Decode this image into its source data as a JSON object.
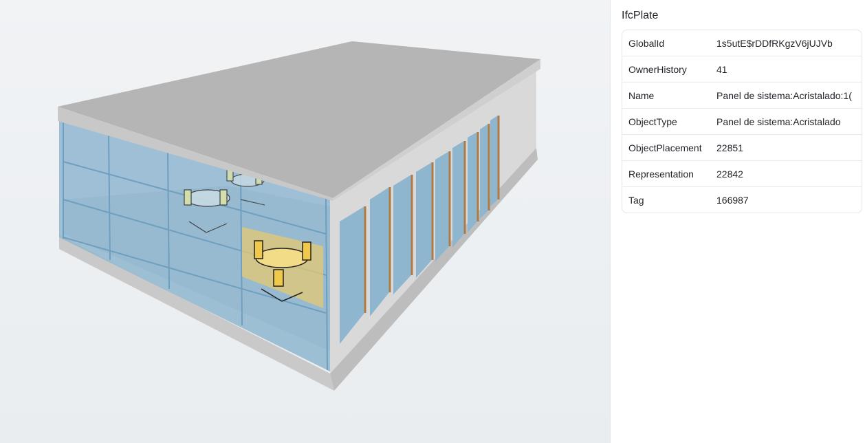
{
  "inspector": {
    "title": "IfcPlate",
    "properties": [
      {
        "key": "GlobalId",
        "value": "1s5utE$rDDfRKgzV6jUJVb"
      },
      {
        "key": "OwnerHistory",
        "value": "41"
      },
      {
        "key": "Name",
        "value": "Panel de sistema:Acristalado:1("
      },
      {
        "key": "ObjectType",
        "value": "Panel de sistema:Acristalado"
      },
      {
        "key": "ObjectPlacement",
        "value": "22851"
      },
      {
        "key": "Representation",
        "value": "22842"
      },
      {
        "key": "Tag",
        "value": "166987"
      }
    ]
  },
  "viewer": {
    "model": "building-3d-model",
    "colors": {
      "background": "#eef1f3",
      "roof": "#b5b5b5",
      "walls": "#d6d6d6",
      "glass": "#8fb6cf",
      "selected_plate": "#e6c872",
      "mullion_wood": "#b07a45"
    }
  }
}
